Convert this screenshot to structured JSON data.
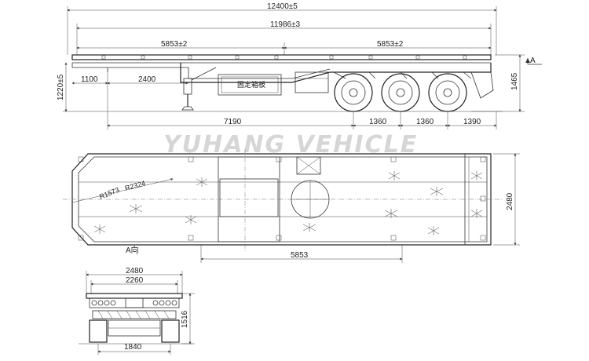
{
  "watermark": "YUHANG VEHICLE",
  "side_view": {
    "overall_length": "12400±5",
    "deck_length": "11986±3",
    "section_left": "5853±2",
    "section_right": "5853±2",
    "front_offset": "1100",
    "kingpin_to_leg": "2400",
    "deck_height": "1220±5",
    "total_height": "1465",
    "kingpin_to_axle": "7190",
    "axle_spacing_1": "1360",
    "axle_spacing_2": "1360",
    "rear_overhang": "1390",
    "view_marker": "A",
    "toolbox_label": "固定箱板"
  },
  "top_view": {
    "kingpin_to_center": "5853",
    "width": "2480",
    "radius_1": "R1573",
    "radius_2": "R2324",
    "view_label": "A向"
  },
  "end_view": {
    "overall_width": "2480",
    "inner_width": "2260",
    "height": "1516",
    "wheel_track": "1840"
  }
}
